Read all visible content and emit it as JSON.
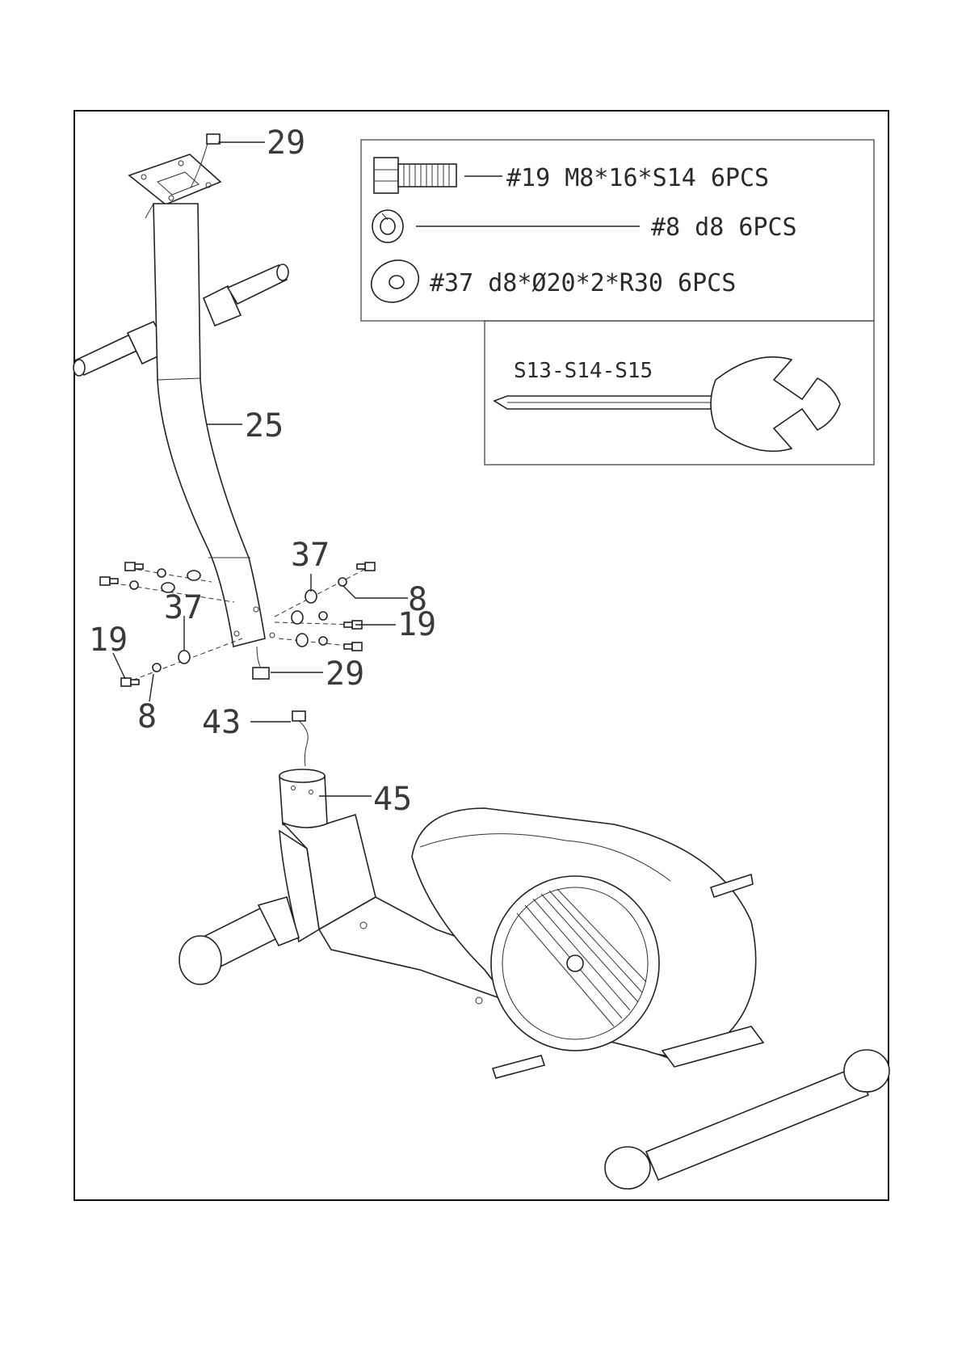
{
  "hardware": [
    {
      "text": "#19  M8*16*S14  6PCS",
      "icon": "bolt-icon"
    },
    {
      "text": "#8  d8  6PCS",
      "icon": "spring-washer-icon"
    },
    {
      "text": "#37  d8*Ø20*2*R30  6PCS",
      "icon": "curved-washer-icon"
    }
  ],
  "tool": {
    "text": "S13-S14-S15",
    "icon": "wrench-screwdriver-icon"
  },
  "callouts": {
    "top_sensor": "29",
    "tube": "25",
    "washer_right": "37",
    "spring_washer_right": "8",
    "bolt_right": "19",
    "washer_left": "37",
    "bolt_left": "19",
    "spring_washer_left": "8",
    "bottom_sensor": "29",
    "cable": "43",
    "post": "45"
  }
}
